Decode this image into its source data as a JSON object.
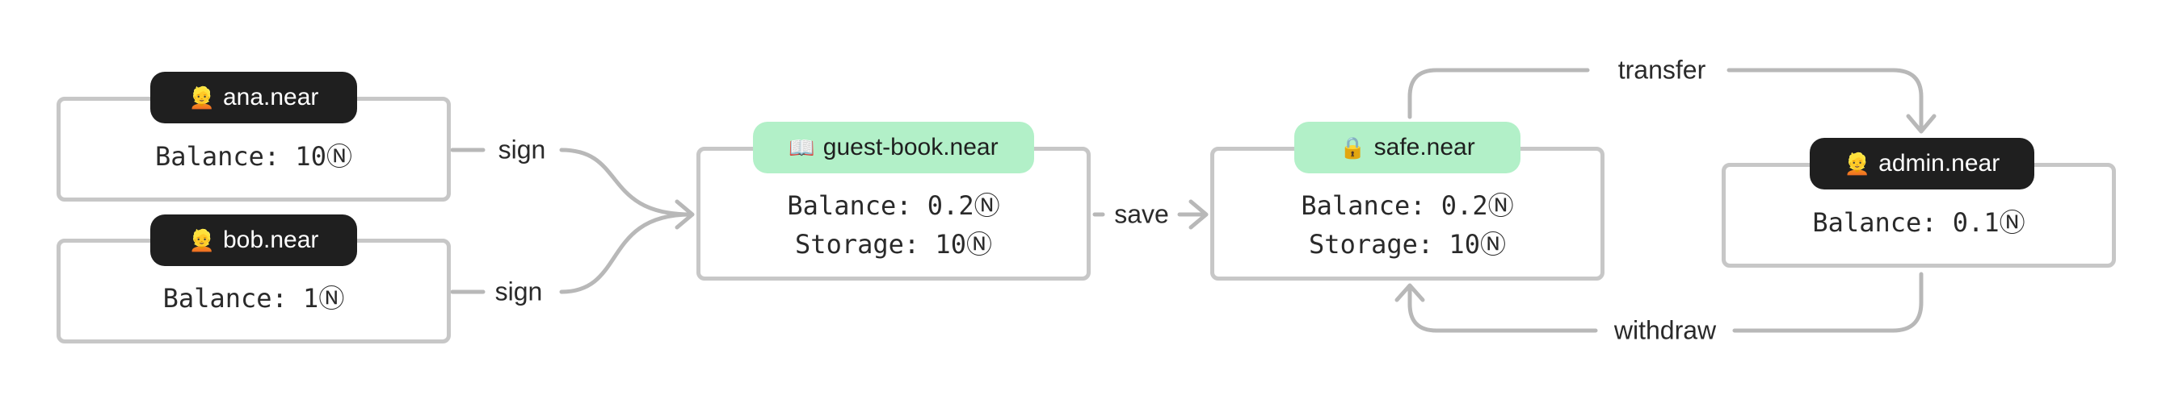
{
  "nodes": {
    "ana": {
      "icon": "person-icon",
      "name": "ana.near",
      "balance": "Balance: 10Ⓝ"
    },
    "bob": {
      "icon": "person-icon",
      "name": "bob.near",
      "balance": "Balance: 1Ⓝ"
    },
    "guestbook": {
      "icon": "book-icon",
      "name": "guest-book.near",
      "balance": "Balance: 0.2Ⓝ",
      "storage": "Storage: 10Ⓝ"
    },
    "safe": {
      "icon": "lock-icon",
      "name": "safe.near",
      "balance": "Balance: 0.2Ⓝ",
      "storage": "Storage: 10Ⓝ"
    },
    "admin": {
      "icon": "person-icon",
      "name": "admin.near",
      "balance": "Balance: 0.1Ⓝ"
    }
  },
  "edges": {
    "ana_sign": "sign",
    "bob_sign": "sign",
    "save": "save",
    "transfer": "transfer",
    "withdraw": "withdraw"
  },
  "colors": {
    "user_pill": "#1f1f1f",
    "contract_pill": "#b2f0c8",
    "box_border": "#c7c7c7",
    "edge": "#b8b8b8"
  }
}
